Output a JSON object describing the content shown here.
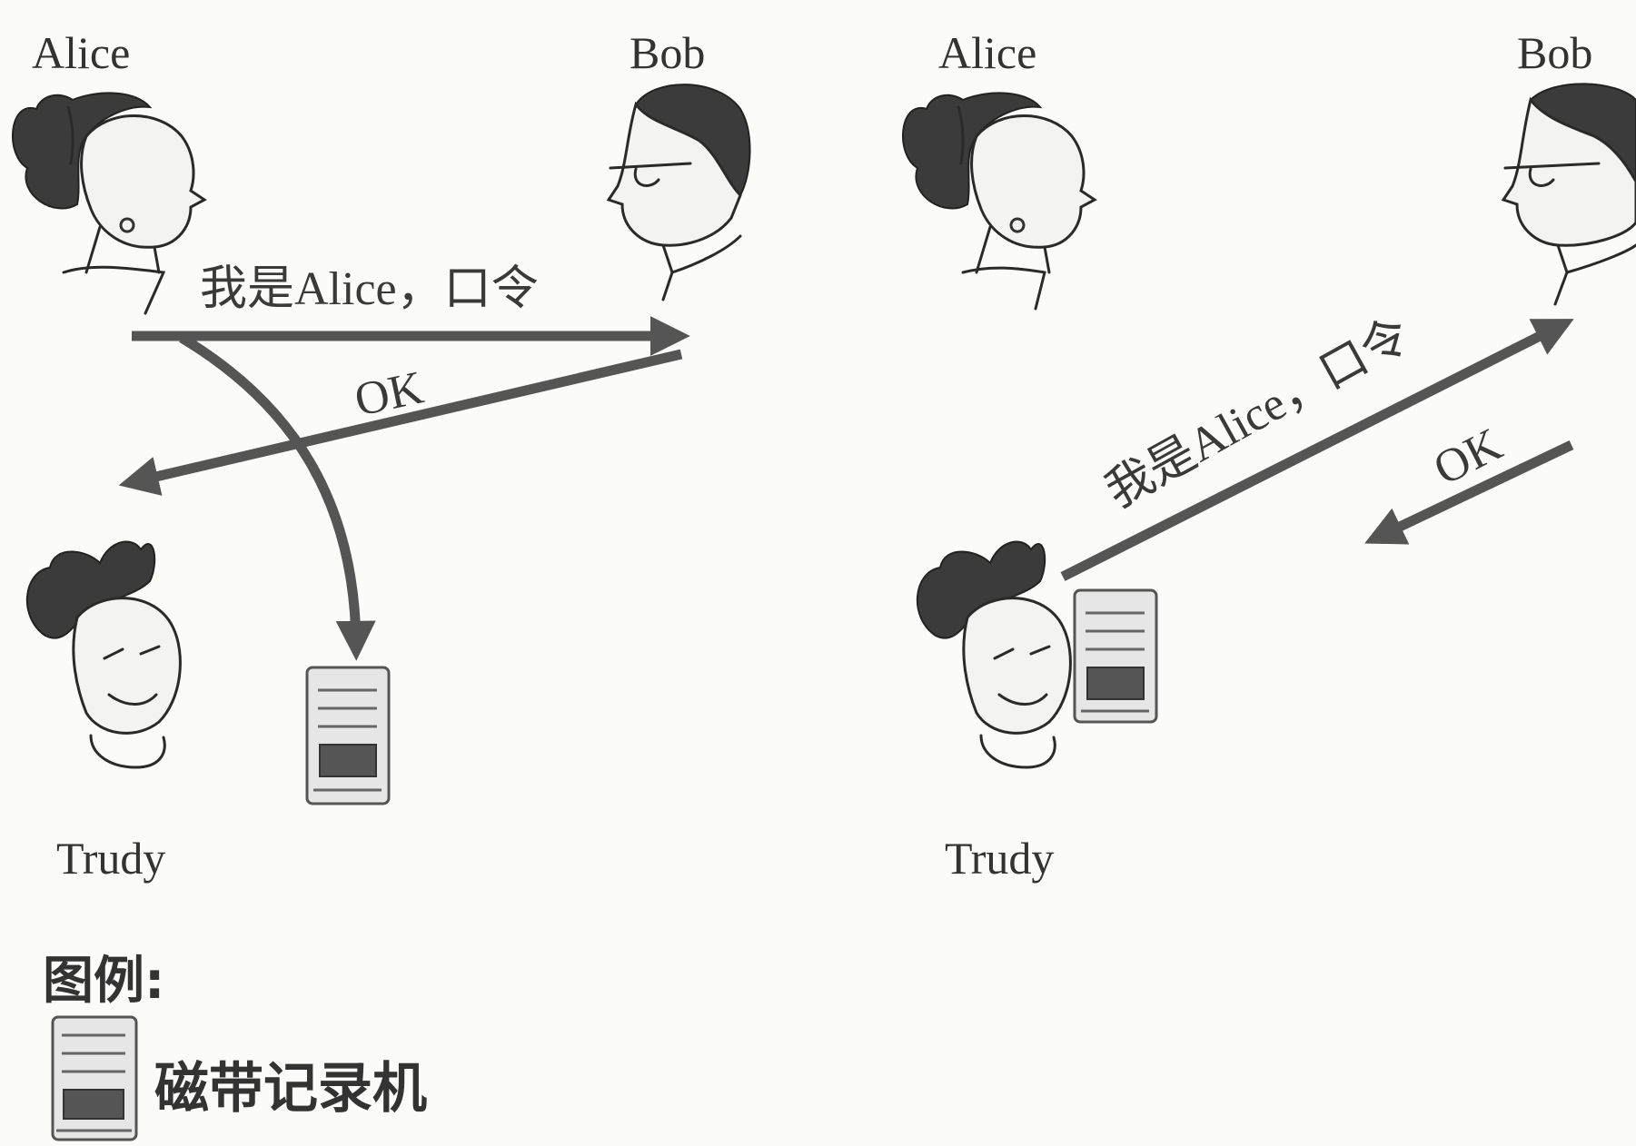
{
  "left_scene": {
    "alice_label": "Alice",
    "bob_label": "Bob",
    "trudy_label": "Trudy",
    "message_1": "我是Alice，口令",
    "message_2": "OK"
  },
  "right_scene": {
    "alice_label": "Alice",
    "bob_label": "Bob",
    "trudy_label": "Trudy",
    "message_1": "我是Alice，口令",
    "message_2": "OK"
  },
  "legend": {
    "title": "图例:",
    "tape_recorder_label": "磁带记录机",
    "tape_recorder_icon": "tape-recorder-icon"
  }
}
